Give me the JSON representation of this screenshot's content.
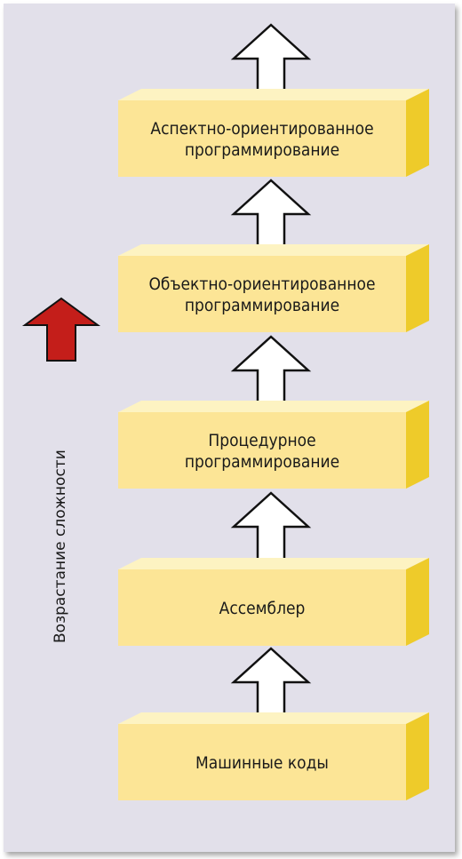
{
  "side_label": "Возрастание сложности",
  "blocks": [
    {
      "lines": [
        "Аспектно-ориентированное",
        "программирование"
      ]
    },
    {
      "lines": [
        "Объектно-ориентированное",
        "программирование"
      ]
    },
    {
      "lines": [
        "Процедурное",
        "программирование"
      ]
    },
    {
      "lines": [
        "Ассемблер"
      ]
    },
    {
      "lines": [
        "Машинные коды"
      ]
    }
  ],
  "colors": {
    "background": "#e2e0ea",
    "block_front": "#fce596",
    "block_top": "#fdf3c2",
    "block_side": "#eecb2a",
    "arrow_fill": "#ffffff",
    "arrow_stroke": "#111111",
    "complexity_arrow": "#c41e1a"
  }
}
